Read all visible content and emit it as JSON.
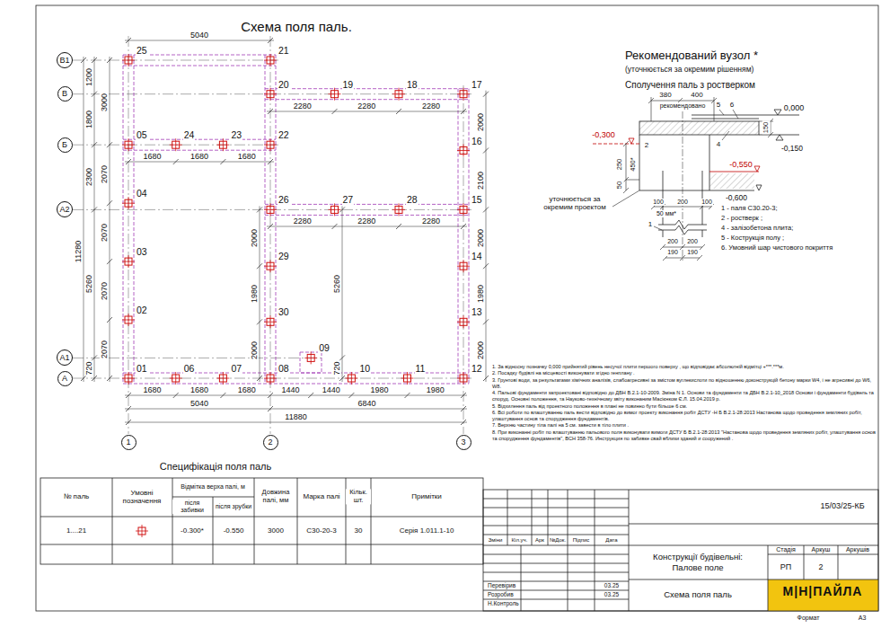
{
  "diagram": {
    "title": "Схема поля паль.",
    "nodes": [
      {
        "text": [
          "В1"
        ]
      },
      {
        "text": [
          "В"
        ]
      },
      {
        "text": [
          "Б"
        ]
      },
      {
        "text": [
          "А2"
        ]
      },
      {
        "text": [
          "А1"
        ]
      },
      {
        "text": [
          "А"
        ]
      },
      {
        "text": [
          "1"
        ]
      },
      {
        "text": [
          "2"
        ]
      },
      {
        "text": [
          "3"
        ]
      }
    ],
    "labels": [
      "25",
      "21",
      "20",
      "19",
      "18",
      "17",
      "05",
      "24",
      "23",
      "22",
      "16",
      "04",
      "26",
      "27",
      "28",
      "15",
      "03",
      "29",
      "14",
      "02",
      "30",
      "13",
      "09",
      "01",
      "06",
      "07",
      "08",
      "10",
      "11",
      "12",
      "5040",
      "2280",
      "2280",
      "2280",
      "1680",
      "1680",
      "1680",
      "2280",
      "2280",
      "2280",
      "1680",
      "1680",
      "1680",
      "1440",
      "1440",
      "1980",
      "1980",
      "5040",
      "6840",
      "11880",
      "1200",
      "1800",
      "2300",
      "5260",
      "720",
      "3000",
      "2070",
      "2070",
      "2070",
      "2070",
      "11280",
      "2000",
      "1980",
      "2000",
      "2000",
      "2100",
      "2000",
      "1980",
      "2000",
      "5260",
      "720",
      "Рекомендований вузол *",
      "(уточнюється за окремим рішенням)",
      "Сполучення паль з ростверком",
      "380",
      "400",
      "рекомендовано",
      "5",
      "6",
      "0,000",
      "-0,300",
      "150",
      "-0,150",
      "2",
      "4",
      "450*",
      "250",
      "50",
      "-0,550",
      "-0,600",
      "уточнюється за окремим проектом",
      "100",
      "200",
      "100",
      "50 мм*",
      "1",
      "200",
      "200",
      "190",
      "190",
      "1 - паля С30.20-3;",
      "2 - ростверк ;",
      "4 - залізобетона плита;",
      "5 - Кострукція полу ;",
      "6. Умовний шар чистового покриття",
      "1. За відносну позначку 0,000 прийнятий рівень несучої плити першого поверху , що відповідає абсолютній відмітці +***.***м.",
      "2. Посадку будівлі на місцевості виконувати згідно генплану .",
      "3. Грунтові води, за результатами хімічних аналізів, слабоагресивні за змістом вуглекислоти по відношенню доконструкцій бетону марки W4, і не агресивні до W6, W8.",
      "4. Пальові фундаменти запроектовані відповідно до ДБН В.2.1-10-2009. Зміна N 1. Основи та фундаменти та ДБН В.2.1-10_2018 Основи і фундаменти будівель та споруд. Основні положення, та Науково-технічному звіту виконаним Масієнком Є.Л. 15.04.2019 р.",
      "5. Відхилення паль від проектного положення в плані не повинно бути більше 6 см.",
      "6. Всі роботи по влаштуванню паль вести відповідно до вимог проекту виконання робіт ДСТУ -Н Б В.2.1-28:2013 Настанова щодо проведення земляних робіт, улаштування основ та спорудження фундаментів.",
      "7. Верхню частину тіла палі на 5 см. завести в тіло плити .",
      "8. При виконанні робіт по влаштуванню пальового поля виконувати вимоги ДСТУ Б В.2.1-28:2013 \"Настанова щодо проведення земляних робіт, улаштування основ та спорудження фундаментів\", ВСН 358-76. Инструкция по забивке свай вблизи зданий и сооружений .",
      "Специфікація поля паль",
      "№ паль",
      "Умовні позначення",
      "Відмітка верха палі, м",
      "після забивки",
      "після зрубки",
      "Довжина палі, мм",
      "Марка палі",
      "Кільк. шт.",
      "Примітки",
      "1....21",
      "-0.300*",
      "-0.550",
      "3000",
      "С30-20-3",
      "30",
      "Серія 1.011.1-10",
      "15/03/25-КБ",
      "Зміни",
      "Кіл.уч.",
      "Арк",
      "№Док.",
      "Підпис",
      "Дата",
      "Конструкції будівельні:",
      "Палове поле",
      "Стадія",
      "Аркуш",
      "Аркушів",
      "РП",
      "2",
      "Перевірив",
      "03.25",
      "Розробив",
      "03.25",
      "Н.Контроль",
      "Схема поля паль",
      "М|Н|ПАЙЛА",
      "Формат",
      "А3"
    ]
  }
}
